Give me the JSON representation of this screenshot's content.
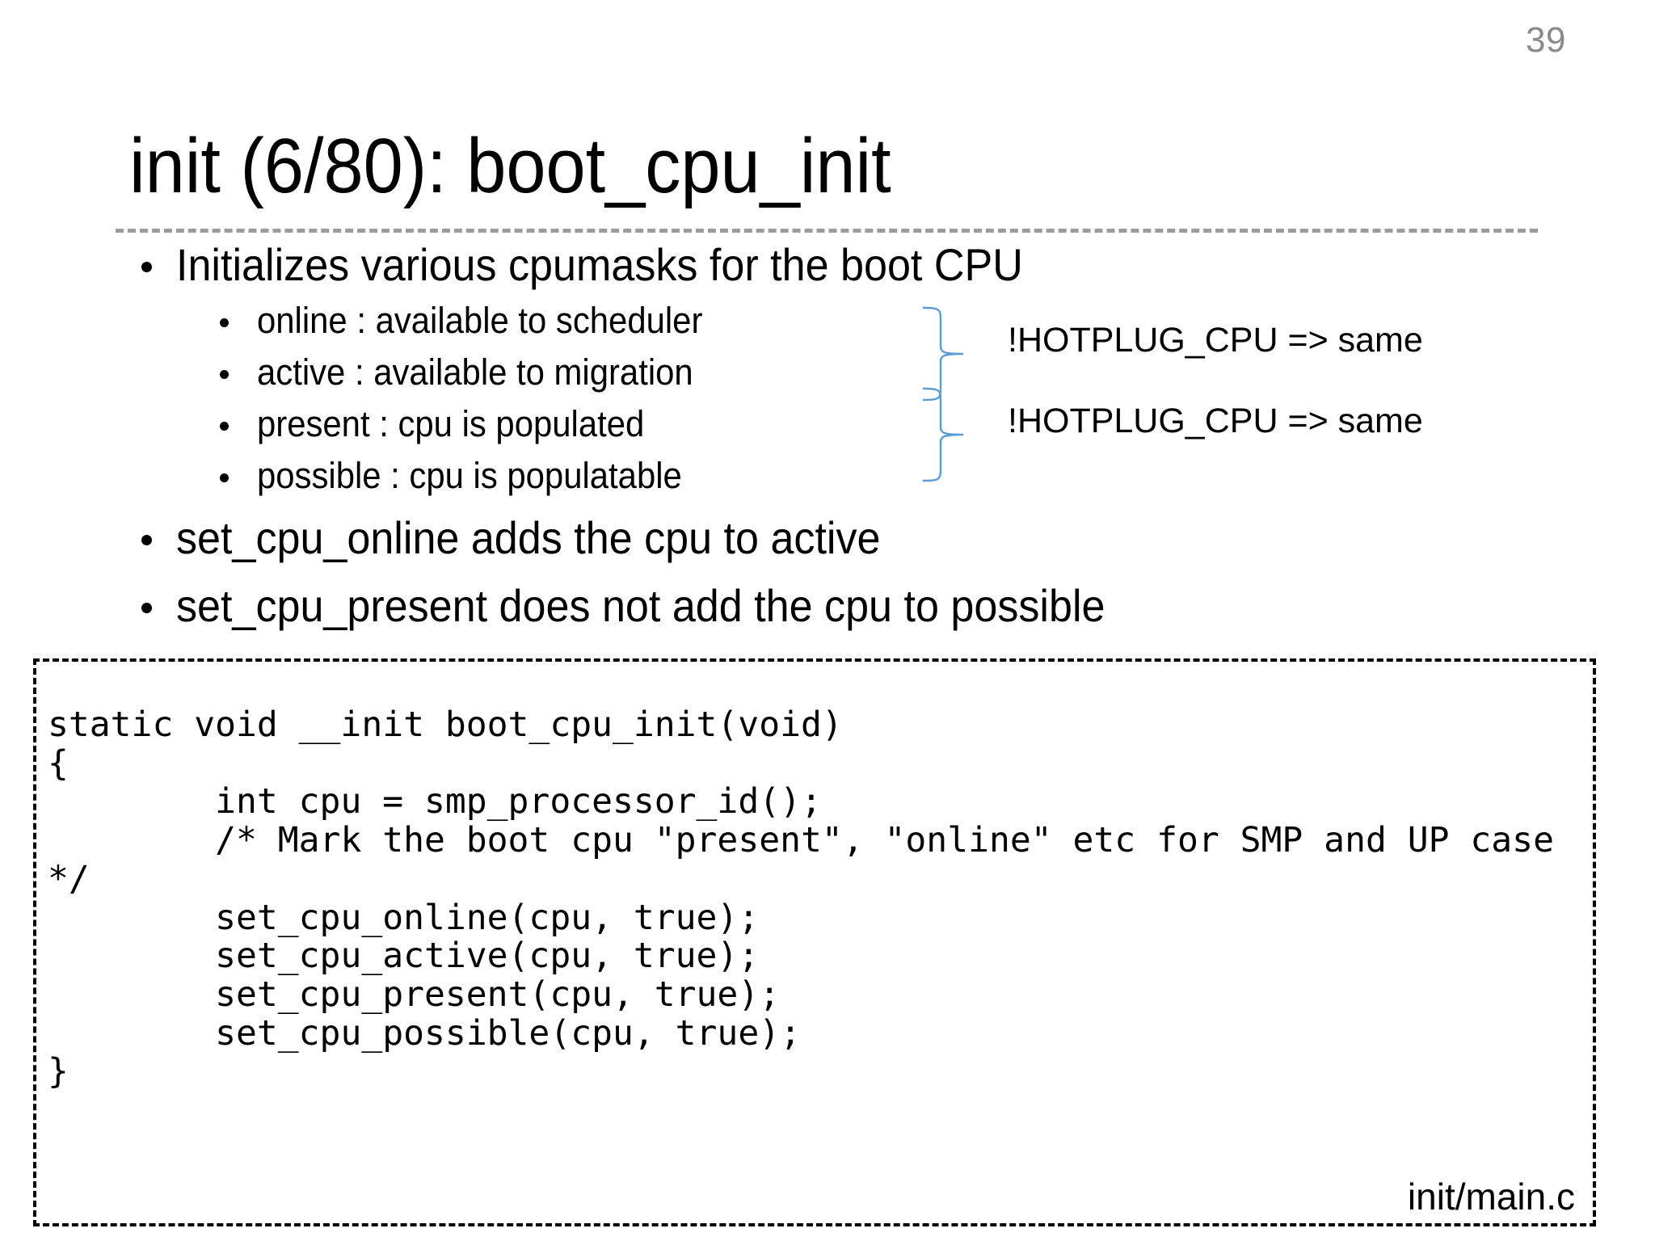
{
  "slide": {
    "number": "39",
    "title": "init (6/80): boot_cpu_init",
    "accent_color": "#5B9BD5",
    "rule_color": "#9C9C9C",
    "page_number_color": "#8A8A8A",
    "text_color": "#000000",
    "background": "#FFFFFF"
  },
  "bullets": [
    {
      "level": 1,
      "text": "Initializes various cpumasks for the boot CPU"
    },
    {
      "level": 2,
      "text": "online : available to scheduler"
    },
    {
      "level": 2,
      "text": "active : available to migration"
    },
    {
      "level": 2,
      "text": "present : cpu is populated"
    },
    {
      "level": 2,
      "text": "possible : cpu is populatable"
    },
    {
      "level": 1,
      "text": "set_cpu_online adds the cpu to active"
    },
    {
      "level": 1,
      "text": "set_cpu_present does not add the cpu to possible"
    }
  ],
  "annotations": [
    {
      "label": "!HOTPLUG_CPU => same",
      "groups": [
        "online",
        "active"
      ]
    },
    {
      "label": "!HOTPLUG_CPU => same",
      "groups": [
        "present",
        "possible"
      ]
    }
  ],
  "code_block": {
    "language": "c",
    "source_file": "init/main.c",
    "text": "static void __init boot_cpu_init(void)\n{\n        int cpu = smp_processor_id();\n        /* Mark the boot cpu \"present\", \"online\" etc for SMP and UP case */\n        set_cpu_online(cpu, true);\n        set_cpu_active(cpu, true);\n        set_cpu_present(cpu, true);\n        set_cpu_possible(cpu, true);\n}"
  }
}
